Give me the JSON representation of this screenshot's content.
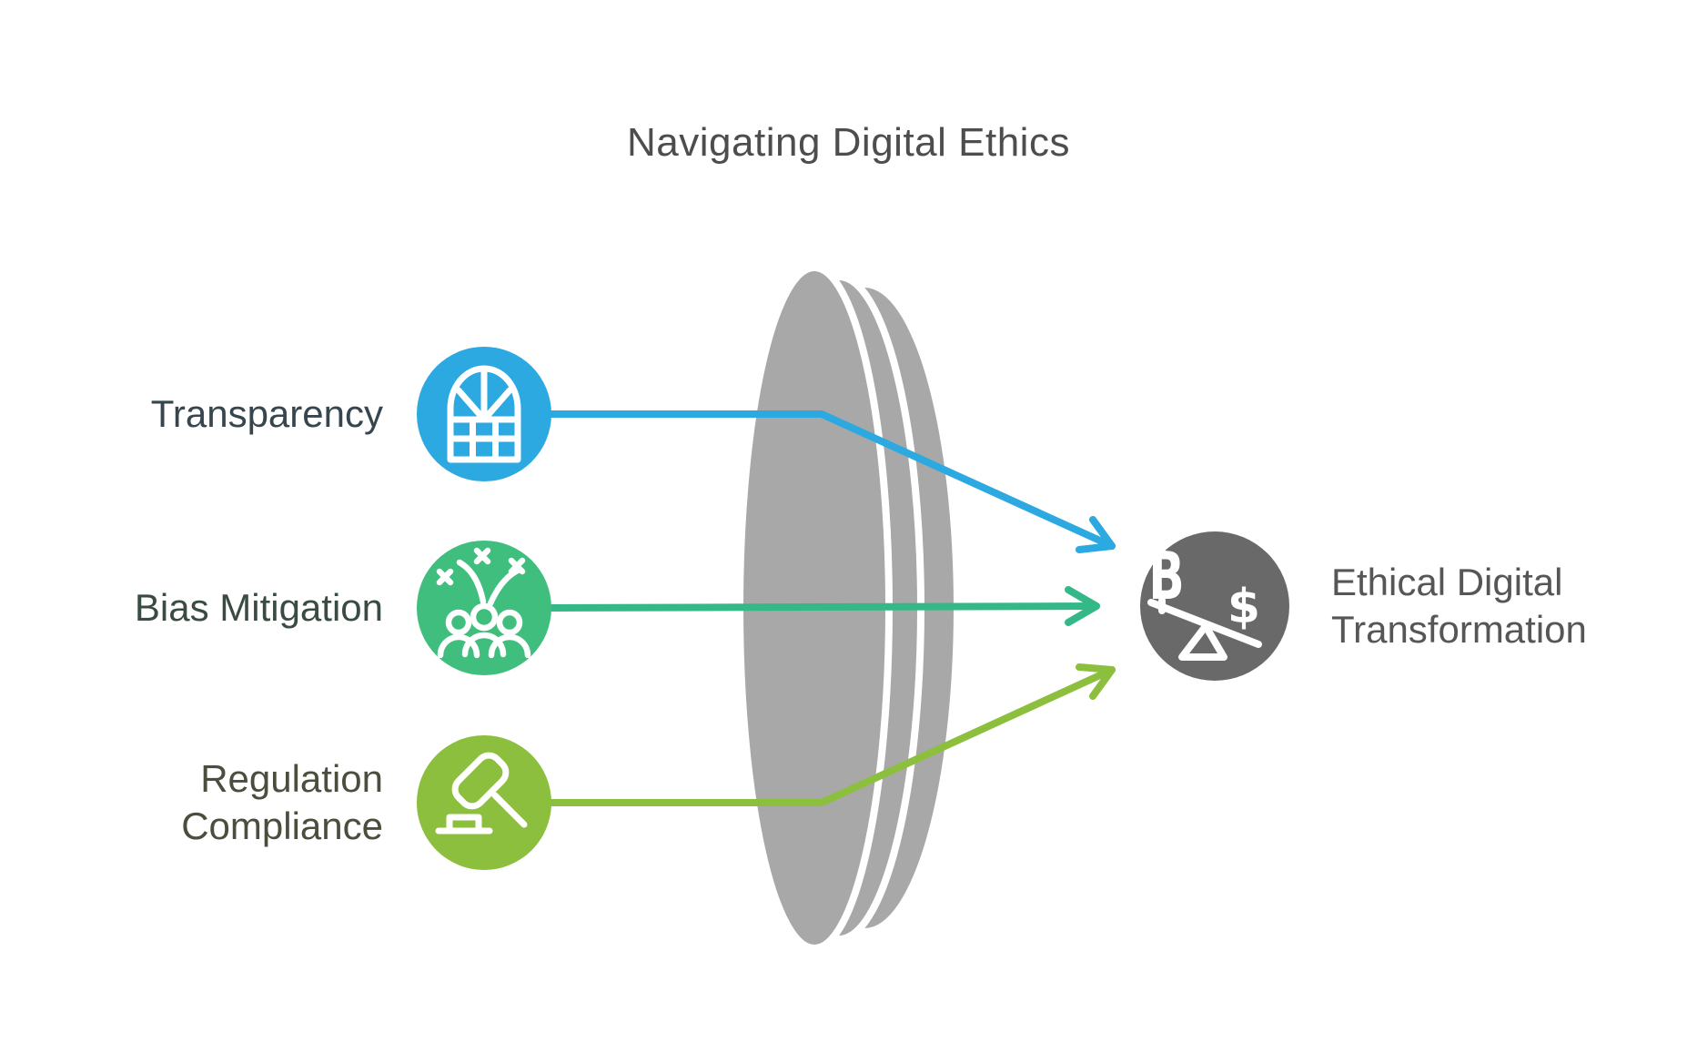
{
  "title": {
    "text": "Navigating Digital Ethics",
    "color": "#4D4D4D"
  },
  "lens": {
    "color": "#A8A8A8"
  },
  "nodes": [
    {
      "label": "Transparency",
      "icon": "window-icon",
      "color": "#2BA9E0",
      "label_color": "#36454E"
    },
    {
      "label": "Bias Mitigation",
      "icon": "people-celebration-icon",
      "color": "#40BE7D",
      "label_color": "#3A4C42"
    },
    {
      "label": "Regulation\nCompliance",
      "icon": "gavel-icon",
      "color": "#8DBF3E",
      "label_color": "#4A4F3D"
    }
  ],
  "arrows": [
    {
      "color": "#2BA9E0"
    },
    {
      "color": "#34B887"
    },
    {
      "color": "#8DBF3E"
    }
  ],
  "result": {
    "label": "Ethical Digital\nTransformation",
    "label_color": "#565656",
    "color": "#696969",
    "icon": "balance-scale-icon",
    "glyph_left": "B",
    "glyph_right": "$"
  }
}
